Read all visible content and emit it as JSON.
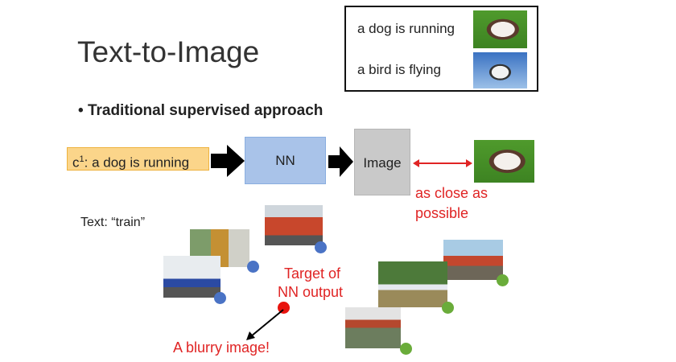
{
  "title": "Text-to-Image",
  "examples": [
    {
      "caption": "a dog is running",
      "image": "dog-photo"
    },
    {
      "caption": "a bird is flying",
      "image": "bird-photo"
    }
  ],
  "bullet": "Traditional supervised approach",
  "pipeline": {
    "condition_prefix": "c",
    "condition_sup": "1",
    "condition_text": ": a dog is running",
    "network": "NN",
    "output": "Image",
    "note_line1": "as close as",
    "note_line2": "possible"
  },
  "train_section": {
    "label": "Text: “train”",
    "target_line1": "Target of",
    "target_line2": "NN output",
    "blurry": "A blurry image!"
  },
  "colors": {
    "red": "#e02424",
    "blue_dot": "#4a73c5",
    "green_dot": "#6aac3a"
  }
}
